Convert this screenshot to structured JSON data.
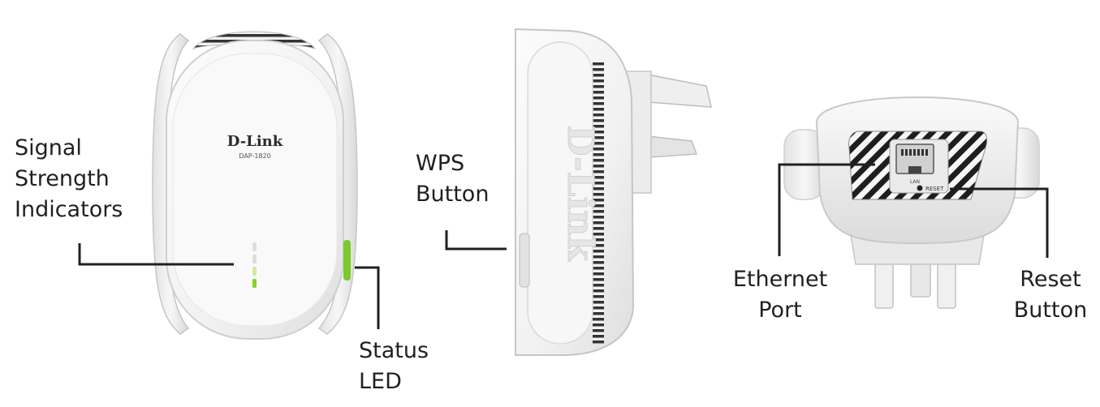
{
  "device": {
    "brand": "D-Link",
    "model": "DAP-1820",
    "side_logo": "D-Link",
    "port_label": "LAN",
    "reset_label": "RESET"
  },
  "callouts": {
    "signal": {
      "lines": [
        "Signal",
        "Strength",
        "Indicators"
      ]
    },
    "status": {
      "lines": [
        "Status",
        "LED"
      ]
    },
    "wps": {
      "lines": [
        "WPS",
        "Button"
      ]
    },
    "ethernet": {
      "lines": [
        "Ethernet",
        "Port"
      ]
    },
    "reset": {
      "lines": [
        "Reset",
        "Button"
      ]
    }
  },
  "colors": {
    "body": "#f4f4f4",
    "outline": "#c8c8c8",
    "led_green": "#7ed321",
    "status_green": "#7cc92a",
    "leader": "#231f20",
    "hatch": "#1e1e1e"
  }
}
